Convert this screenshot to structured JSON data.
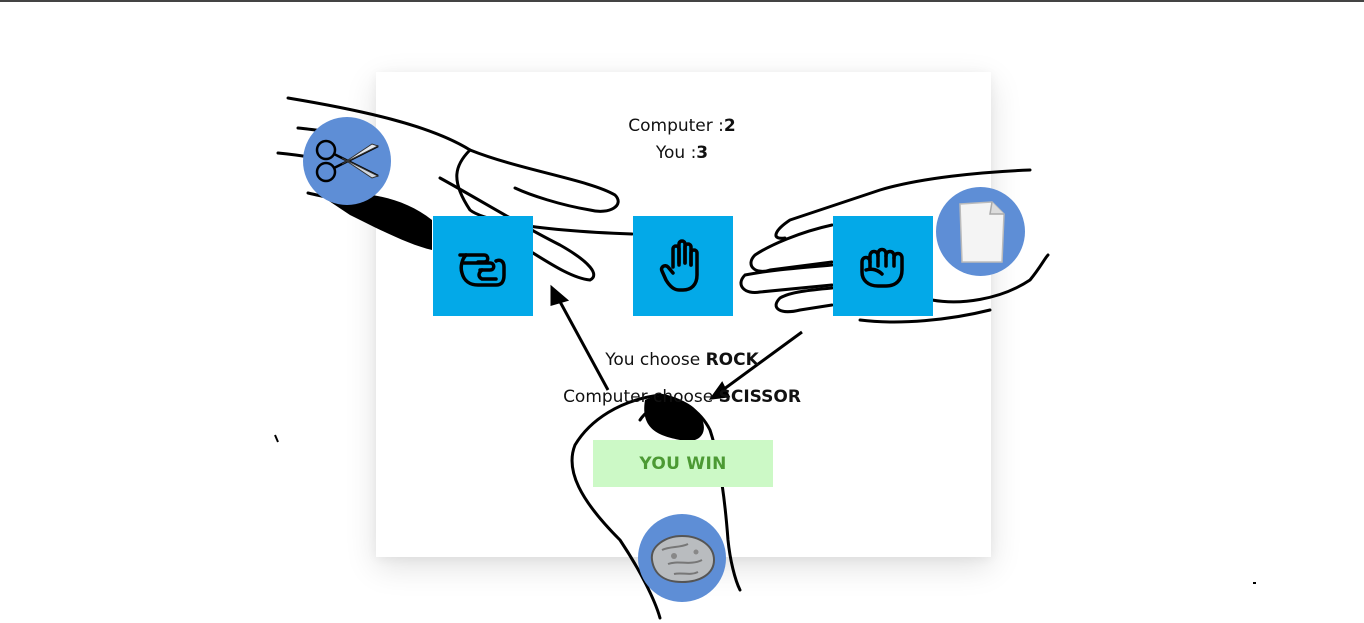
{
  "score": {
    "computer_label": "Computer :",
    "computer_value": "2",
    "you_label": "You :",
    "you_value": "3"
  },
  "choices": [
    {
      "name": "scissor",
      "icon": "hand-scissors-icon"
    },
    {
      "name": "paper",
      "icon": "hand-paper-icon"
    },
    {
      "name": "rock",
      "icon": "hand-rock-icon"
    }
  ],
  "result": {
    "you_choose_label": "You choose ",
    "you_choose_value": "ROCK",
    "computer_choose_label": "Computer choose ",
    "computer_choose_value": "SCISSOR",
    "outcome": "YOU WIN"
  },
  "colors": {
    "button": "#03a9e8",
    "circle": "#5e8ed6",
    "win_bg": "#ccf9c6",
    "win_text": "#4c9a34"
  }
}
